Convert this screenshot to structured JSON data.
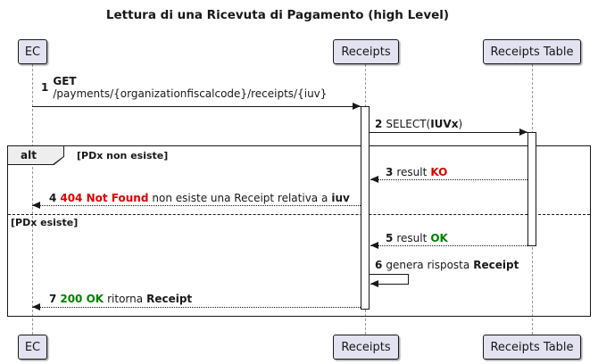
{
  "diagram": {
    "title": "Lettura di una Ricevuta di Pagamento (high Level)",
    "participants": [
      {
        "name": "EC"
      },
      {
        "name": "Receipts"
      },
      {
        "name": "Receipts Table"
      }
    ],
    "frame": {
      "operator": "alt",
      "guard_top": "[PDx non esiste]",
      "guard_else": "[PDx esiste]"
    },
    "messages": {
      "m1": {
        "num": "1",
        "keyword": "GET",
        "path": "/payments/{organizationfiscalcode}/receipts/{iuv}"
      },
      "m2": {
        "num": "2",
        "pre": "SELECT(",
        "arg": "IUVx",
        "post": ")"
      },
      "m3": {
        "num": "3",
        "pre": "result",
        "status": "KO"
      },
      "m4": {
        "num": "4",
        "status": "404 Not Found",
        "text": "non esiste una Receipt relativa a",
        "term": "iuv"
      },
      "m5": {
        "num": "5",
        "pre": "result",
        "status": "OK"
      },
      "m6": {
        "num": "6",
        "pre": "genera risposta",
        "term": "Receipt"
      },
      "m7": {
        "num": "7",
        "status": "200 OK",
        "text": "ritorna",
        "term": "Receipt"
      }
    },
    "colors": {
      "error_text": "#E00000",
      "success_text": "#008000",
      "participant_fill": "#E2E2F0",
      "line": "#181818",
      "lifeline": "#999999",
      "frame_label_fill": "#EEEEEE"
    }
  }
}
